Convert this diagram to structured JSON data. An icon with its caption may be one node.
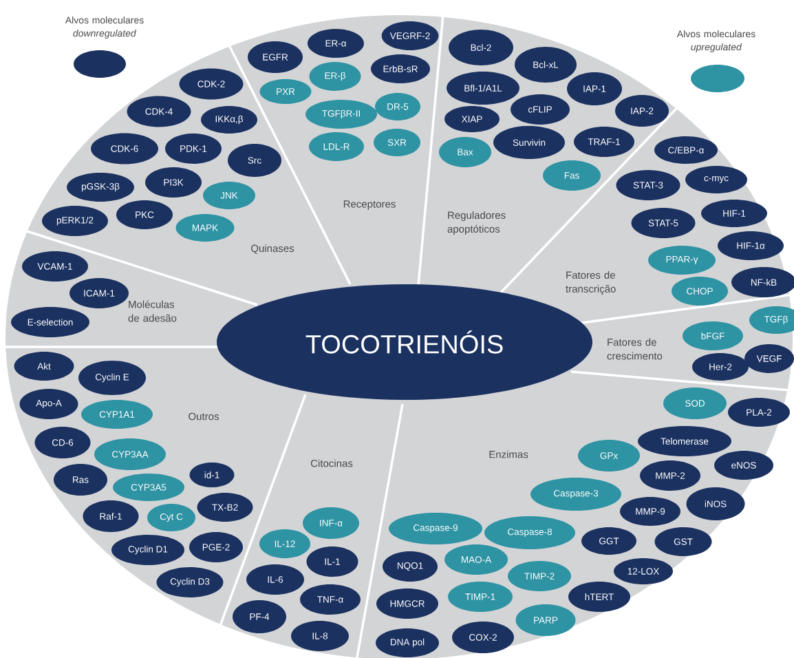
{
  "diagram": {
    "nodes": [
      {
        "text": [
          "TOCOTRIENÓIS"
        ]
      },
      {
        "text": [
          "CDK-2"
        ]
      },
      {
        "text": [
          "CDK-4"
        ]
      },
      {
        "text": [
          "IKKα,β"
        ]
      },
      {
        "text": [
          "CDK-6"
        ]
      },
      {
        "text": [
          "PDK-1"
        ]
      },
      {
        "text": [
          "Src"
        ]
      },
      {
        "text": [
          "pGSK-3β"
        ]
      },
      {
        "text": [
          "PI3K"
        ]
      },
      {
        "text": [
          "JNK"
        ]
      },
      {
        "text": [
          "pERK1/2"
        ]
      },
      {
        "text": [
          "PKC"
        ]
      },
      {
        "text": [
          "MAPK"
        ]
      },
      {
        "text": [
          "EGFR"
        ]
      },
      {
        "text": [
          "ER-α"
        ]
      },
      {
        "text": [
          "VEGRF-2"
        ]
      },
      {
        "text": [
          "ER-β"
        ]
      },
      {
        "text": [
          "ErbB-sR"
        ]
      },
      {
        "text": [
          "PXR"
        ]
      },
      {
        "text": [
          "TGFβR-II"
        ]
      },
      {
        "text": [
          "DR-5"
        ]
      },
      {
        "text": [
          "LDL-R"
        ]
      },
      {
        "text": [
          "SXR"
        ]
      },
      {
        "text": [
          "Bcl-2"
        ]
      },
      {
        "text": [
          "Bcl-xL"
        ]
      },
      {
        "text": [
          "Bfl-1/A1L"
        ]
      },
      {
        "text": [
          "IAP-1"
        ]
      },
      {
        "text": [
          "cFLIP"
        ]
      },
      {
        "text": [
          "IAP-2"
        ]
      },
      {
        "text": [
          "XIAP"
        ]
      },
      {
        "text": [
          "Bax"
        ]
      },
      {
        "text": [
          "Survivin"
        ]
      },
      {
        "text": [
          "TRAF-1"
        ]
      },
      {
        "text": [
          "Fas"
        ]
      },
      {
        "text": [
          "C/EBP-α"
        ]
      },
      {
        "text": [
          "STAT-3"
        ]
      },
      {
        "text": [
          "c-myc"
        ]
      },
      {
        "text": [
          "HIF-1"
        ]
      },
      {
        "text": [
          "STAT-5"
        ]
      },
      {
        "text": [
          "HIF-1α"
        ]
      },
      {
        "text": [
          "PPAR-γ"
        ]
      },
      {
        "text": [
          "NF-kB"
        ]
      },
      {
        "text": [
          "CHOP"
        ]
      },
      {
        "text": [
          "TGFβ"
        ]
      },
      {
        "text": [
          "bFGF"
        ]
      },
      {
        "text": [
          "Her-2"
        ]
      },
      {
        "text": [
          "VEGF"
        ]
      },
      {
        "text": [
          "SOD"
        ]
      },
      {
        "text": [
          "PLA-2"
        ]
      },
      {
        "text": [
          "Telomerase"
        ]
      },
      {
        "text": [
          "GPx"
        ]
      },
      {
        "text": [
          "eNOS"
        ]
      },
      {
        "text": [
          "MMP-2"
        ]
      },
      {
        "text": [
          "Caspase-3"
        ]
      },
      {
        "text": [
          "iNOS"
        ]
      },
      {
        "text": [
          "MMP-9"
        ]
      },
      {
        "text": [
          "Caspase-9"
        ]
      },
      {
        "text": [
          "Caspase-8"
        ]
      },
      {
        "text": [
          "GGT"
        ]
      },
      {
        "text": [
          "GST"
        ]
      },
      {
        "text": [
          "NQO1"
        ]
      },
      {
        "text": [
          "MAO-A"
        ]
      },
      {
        "text": [
          "TIMP-2"
        ]
      },
      {
        "text": [
          "12-LOX"
        ]
      },
      {
        "text": [
          "HMGCR"
        ]
      },
      {
        "text": [
          "TIMP-1"
        ]
      },
      {
        "text": [
          "hTERT"
        ]
      },
      {
        "text": [
          "PARP"
        ]
      },
      {
        "text": [
          "DNA pol"
        ]
      },
      {
        "text": [
          "COX-2"
        ]
      },
      {
        "text": [
          "INF-α"
        ]
      },
      {
        "text": [
          "IL-12"
        ]
      },
      {
        "text": [
          "IL-1"
        ]
      },
      {
        "text": [
          "IL-6"
        ]
      },
      {
        "text": [
          "TNF-α"
        ]
      },
      {
        "text": [
          "PF-4"
        ]
      },
      {
        "text": [
          "IL-8"
        ]
      },
      {
        "text": [
          "Akt"
        ]
      },
      {
        "text": [
          "Cyclin E"
        ]
      },
      {
        "text": [
          "Apo-A"
        ]
      },
      {
        "text": [
          "CYP1A1"
        ]
      },
      {
        "text": [
          "CD-6"
        ]
      },
      {
        "text": [
          "CYP3AA"
        ]
      },
      {
        "text": [
          "id-1"
        ]
      },
      {
        "text": [
          "Ras"
        ]
      },
      {
        "text": [
          "CYP3A5"
        ]
      },
      {
        "text": [
          "TX-B2"
        ]
      },
      {
        "text": [
          "Raf-1"
        ]
      },
      {
        "text": [
          "Cyt C"
        ]
      },
      {
        "text": [
          "Cyclin D1"
        ]
      },
      {
        "text": [
          "PGE-2"
        ]
      },
      {
        "text": [
          "Cyclin D3"
        ]
      },
      {
        "text": [
          "VCAM-1"
        ]
      },
      {
        "text": [
          "ICAM-1"
        ]
      },
      {
        "text": [
          "E-selection"
        ]
      }
    ],
    "labels": [
      "Quinases",
      "Receptores",
      "Reguladores apoptóticos",
      "Fatores de transcrição",
      "Moléculas de adesão",
      "Fatores de crescimento",
      "Outros",
      "Citocinas",
      "Enzimas"
    ],
    "legend": [
      {
        "text": "Alvos moleculares *downregulated*",
        "color": "#1b3160"
      },
      {
        "text": "Alvos moleculares *upregulated*",
        "color": "#2e93a3"
      }
    ]
  }
}
